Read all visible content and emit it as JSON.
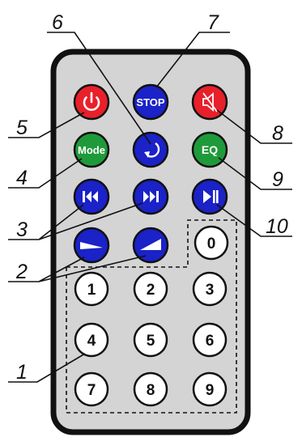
{
  "callouts": [
    "1",
    "2",
    "3",
    "4",
    "5",
    "6",
    "7",
    "8",
    "9",
    "10"
  ],
  "buttons": {
    "power": {
      "icon": "power-icon",
      "color": "#e8202a"
    },
    "stop": {
      "label": "STOP",
      "color": "#1a22c8"
    },
    "mute": {
      "icon": "mute-icon",
      "color": "#e8202a"
    },
    "mode": {
      "label": "Mode",
      "color": "#1f9a3a"
    },
    "repeat": {
      "icon": "repeat-icon",
      "color": "#1a22c8"
    },
    "eq": {
      "label": "EQ",
      "color": "#1f9a3a"
    },
    "prev": {
      "icon": "previous-track-icon",
      "color": "#1a22c8"
    },
    "next": {
      "icon": "next-track-icon",
      "color": "#1a22c8"
    },
    "play_pause": {
      "icon": "play-pause-icon",
      "color": "#1a22c8"
    },
    "vol_down": {
      "icon": "volume-down-icon",
      "color": "#1a22c8"
    },
    "vol_up": {
      "icon": "volume-up-icon",
      "color": "#1a22c8"
    }
  },
  "digits": [
    "0",
    "1",
    "2",
    "3",
    "4",
    "5",
    "6",
    "7",
    "8",
    "9"
  ],
  "colors": {
    "body": "#d4d4d4",
    "outline": "#111111",
    "digit_button": "#ffffff"
  }
}
